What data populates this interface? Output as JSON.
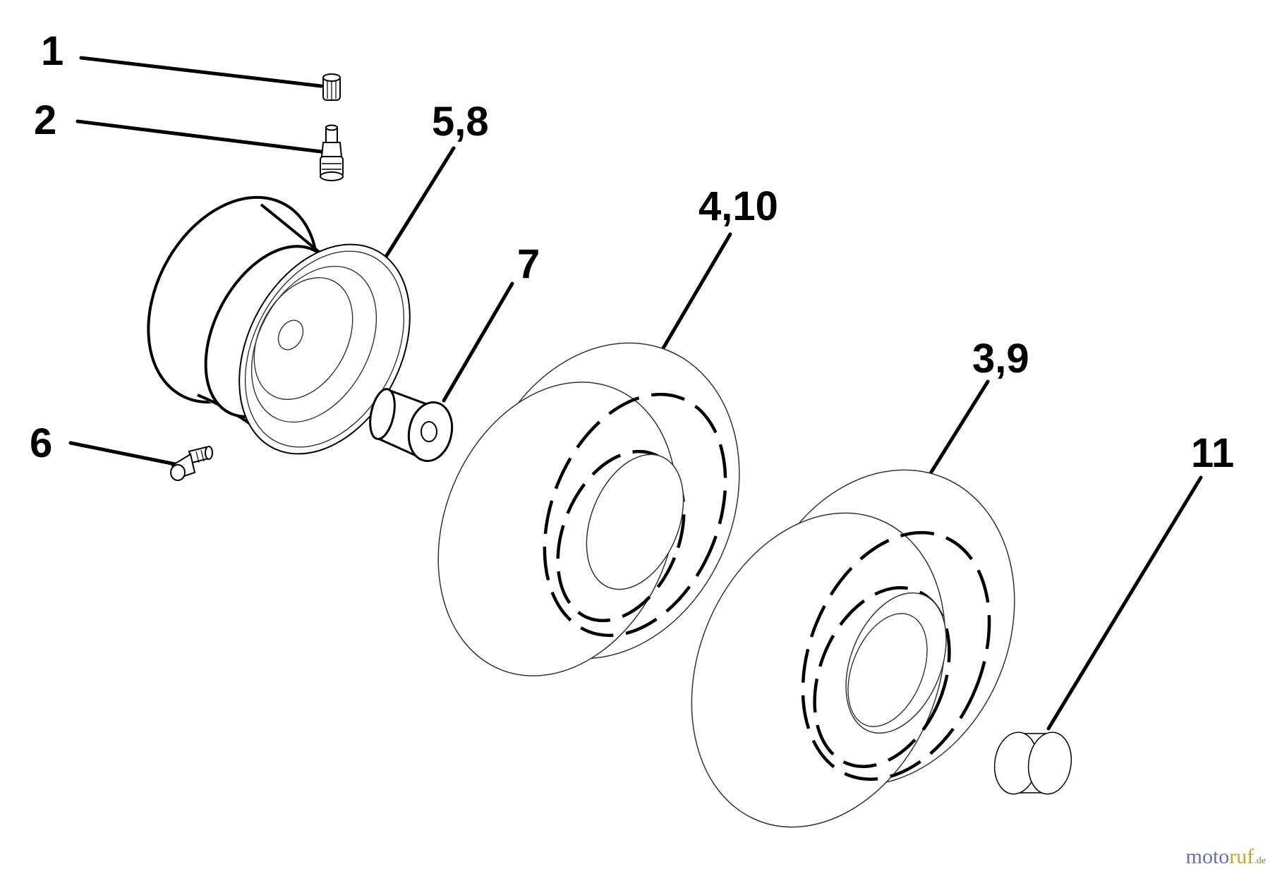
{
  "callouts": {
    "c1": "1",
    "c2": "2",
    "c5_8": "5,8",
    "c4_10": "4,10",
    "c7": "7",
    "c3_9": "3,9",
    "c6": "6",
    "c11": "11"
  },
  "watermark": {
    "part_a": "moto",
    "part_b": "ruf",
    "part_c": ".de"
  },
  "colors": {
    "background": "#ffffff",
    "line": "#000000",
    "watermark_blue": "#6b6bb8",
    "watermark_gold": "#c9a227"
  }
}
